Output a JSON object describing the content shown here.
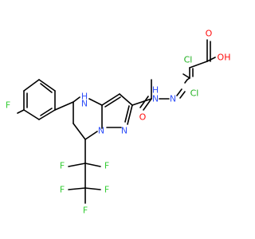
{
  "atoms": {
    "F_ring": {
      "text": "F",
      "color": "#33cc33"
    },
    "NH_ring": {
      "text": "H",
      "color": "#3050f8"
    },
    "N_ring_top": {
      "text": "N",
      "color": "#3050f8"
    },
    "N_pyr1": {
      "text": "N",
      "color": "#3050f8"
    },
    "N_pyr2": {
      "text": "N",
      "color": "#3050f8"
    },
    "NH_hyd": {
      "text": "H",
      "color": "#3050f8"
    },
    "N_hyd1": {
      "text": "N",
      "color": "#3050f8"
    },
    "N_hyd2": {
      "text": "N",
      "color": "#3050f8"
    },
    "O_amide": {
      "text": "O",
      "color": "#ff0d0d"
    },
    "Cl_top": {
      "text": "Cl",
      "color": "#1fb01f"
    },
    "Cl_bottom": {
      "text": "Cl",
      "color": "#1fb01f"
    },
    "OH_acid": {
      "text": "OH",
      "color": "#ff0d0d"
    },
    "O_acid": {
      "text": "O",
      "color": "#ff0d0d"
    },
    "F1": {
      "text": "F",
      "color": "#33cc33"
    },
    "F2": {
      "text": "F",
      "color": "#33cc33"
    },
    "F3": {
      "text": "F",
      "color": "#33cc33"
    },
    "F4": {
      "text": "F",
      "color": "#33cc33"
    },
    "F5": {
      "text": "F",
      "color": "#33cc33"
    }
  }
}
